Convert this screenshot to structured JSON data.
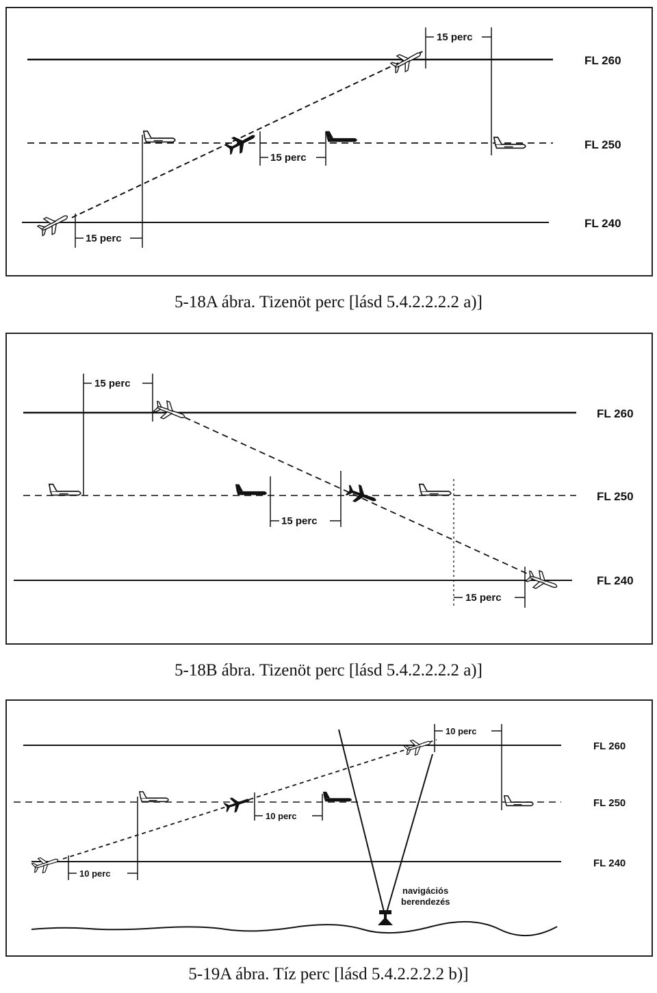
{
  "figures": [
    {
      "id": "fig-5-18a",
      "caption": "5-18A ábra. Tizenöt perc [lásd 5.4.2.2.2.2 a)]",
      "levels": [
        "FL 260",
        "FL 250",
        "FL 240"
      ],
      "intervals": [
        "15 perc",
        "15 perc",
        "15 perc"
      ]
    },
    {
      "id": "fig-5-18b",
      "caption": "5-18B ábra. Tizenöt perc [lásd 5.4.2.2.2.2 a)]",
      "levels": [
        "FL 260",
        "FL 250",
        "FL 240"
      ],
      "intervals": [
        "15 perc",
        "15 perc",
        "15 perc"
      ]
    },
    {
      "id": "fig-5-19a",
      "caption": "5-19A ábra. Tíz perc [lásd 5.4.2.2.2.2 b)]",
      "levels": [
        "FL 260",
        "FL 250",
        "FL 240"
      ],
      "intervals": [
        "10 perc",
        "10 perc",
        "10 perc"
      ],
      "nav_label_line1": "navigációs",
      "nav_label_line2": "berendezés"
    }
  ]
}
